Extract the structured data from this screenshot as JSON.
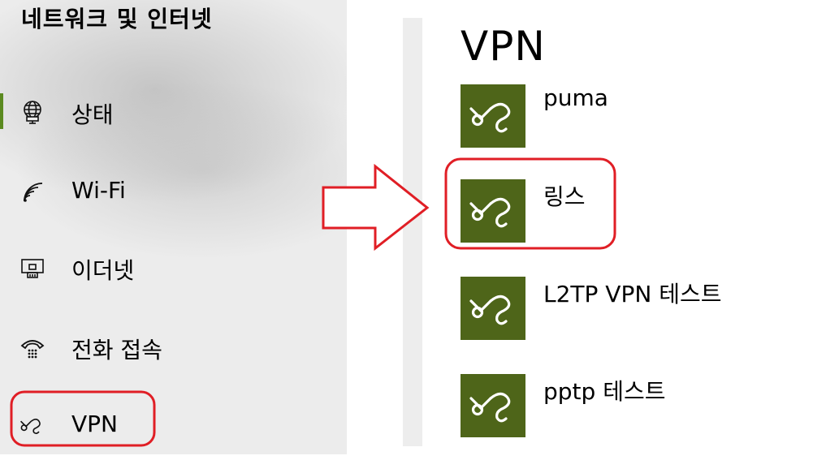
{
  "nav": {
    "title": "네트워크 및 인터넷",
    "items": [
      {
        "label": "상태",
        "icon": "globe-monitor-icon"
      },
      {
        "label": "Wi-Fi",
        "icon": "wifi-icon"
      },
      {
        "label": "이더넷",
        "icon": "ethernet-icon"
      },
      {
        "label": "전화 접속",
        "icon": "dial-up-icon"
      },
      {
        "label": "VPN",
        "icon": "vpn-icon"
      }
    ],
    "accent_color": "#5b8a20"
  },
  "main": {
    "title": "VPN",
    "connections": [
      {
        "name": "puma",
        "icon": "vpn-icon"
      },
      {
        "name": "링스",
        "icon": "vpn-icon"
      },
      {
        "name": "L2TP VPN 테스트",
        "icon": "vpn-icon"
      },
      {
        "name": "pptp 테스트",
        "icon": "vpn-icon"
      }
    ],
    "tile_color": "#4e6519"
  },
  "annotations": {
    "color": "#e01e25"
  }
}
